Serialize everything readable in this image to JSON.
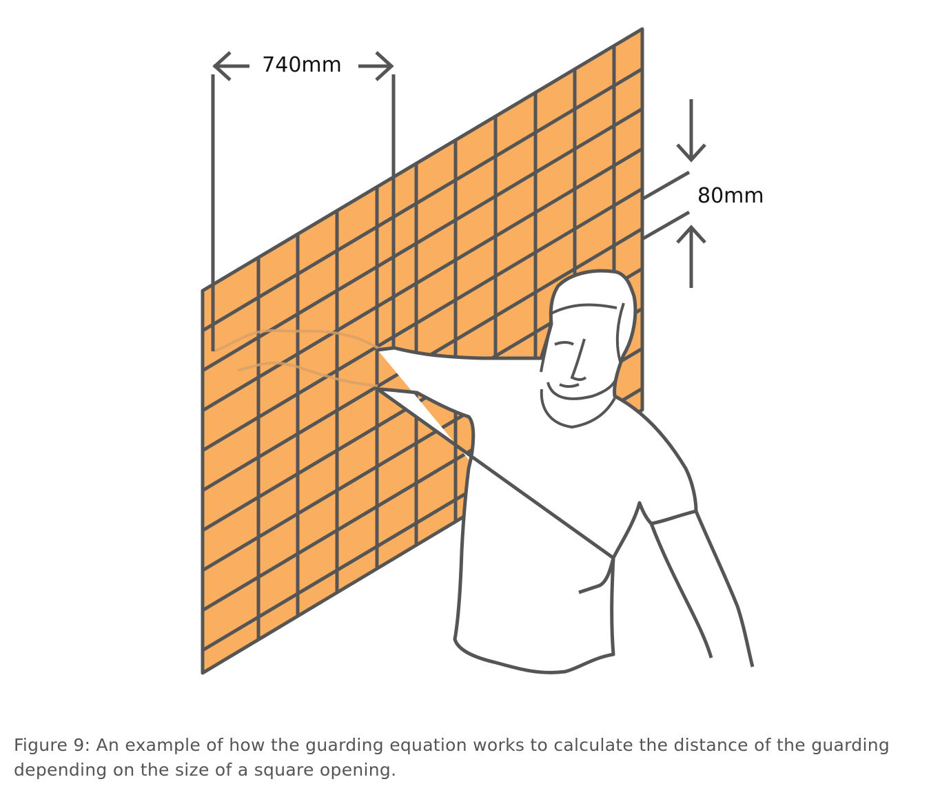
{
  "diagram": {
    "horizontal_dimension": "740mm",
    "vertical_dimension": "80mm"
  },
  "caption": "Figure 9: An example of how the guarding equation works to calculate the distance of the guarding depending on the size of a square opening.",
  "colors": {
    "mesh_fill": "#F9AF5F",
    "line": "#555555",
    "caption_text": "#555555"
  },
  "icons": [
    "wire-mesh-guard",
    "person-reaching-arm",
    "dimension-arrow"
  ]
}
